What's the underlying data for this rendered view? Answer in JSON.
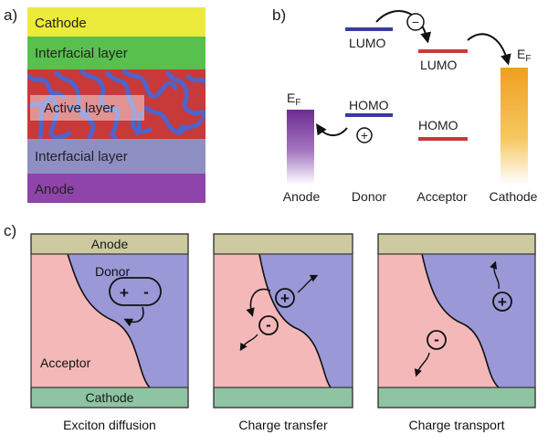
{
  "panel_labels": {
    "a": "a)",
    "b": "b)",
    "c": "c)"
  },
  "layers": [
    {
      "label": "Cathode",
      "color": "#ecea3a"
    },
    {
      "label": "Interfacial layer",
      "color": "#58c14d"
    },
    {
      "label": "Active layer",
      "color_red": "#c8393a",
      "color_blue": "#4f63c9"
    },
    {
      "label": "Interfacial layer",
      "color": "#8e90c4"
    },
    {
      "label": "Anode",
      "color": "#8e44aa"
    }
  ],
  "energy": {
    "donor_lumo": "LUMO",
    "donor_homo": "HOMO",
    "acceptor_lumo": "LUMO",
    "acceptor_homo": "HOMO",
    "anode_ef": "E",
    "anode_ef_sub": "F",
    "cathode_ef": "E",
    "cathode_ef_sub": "F",
    "electron_sign": "−",
    "hole_sign": "+",
    "x_labels": [
      "Anode",
      "Donor",
      "Acceptor",
      "Cathode"
    ],
    "colors": {
      "donor_level": "#3a3aa0",
      "acceptor_level": "#c8393a",
      "anode_bar": "#7d3a9e",
      "cathode_bar": "#f0a020"
    }
  },
  "panel_c": {
    "anode_label": "Anode",
    "cathode_label": "Cathode",
    "donor_label": "Donor",
    "acceptor_label": "Acceptor",
    "plus": "+",
    "minus": "-",
    "captions": [
      "Exciton diffusion",
      "Charge transfer",
      "Charge transport"
    ],
    "colors": {
      "acceptor": "#f4b8b8",
      "donor": "#9a98d6",
      "anode_bar": "#cdc9a0",
      "cathode_bar": "#8fc4a3"
    }
  }
}
